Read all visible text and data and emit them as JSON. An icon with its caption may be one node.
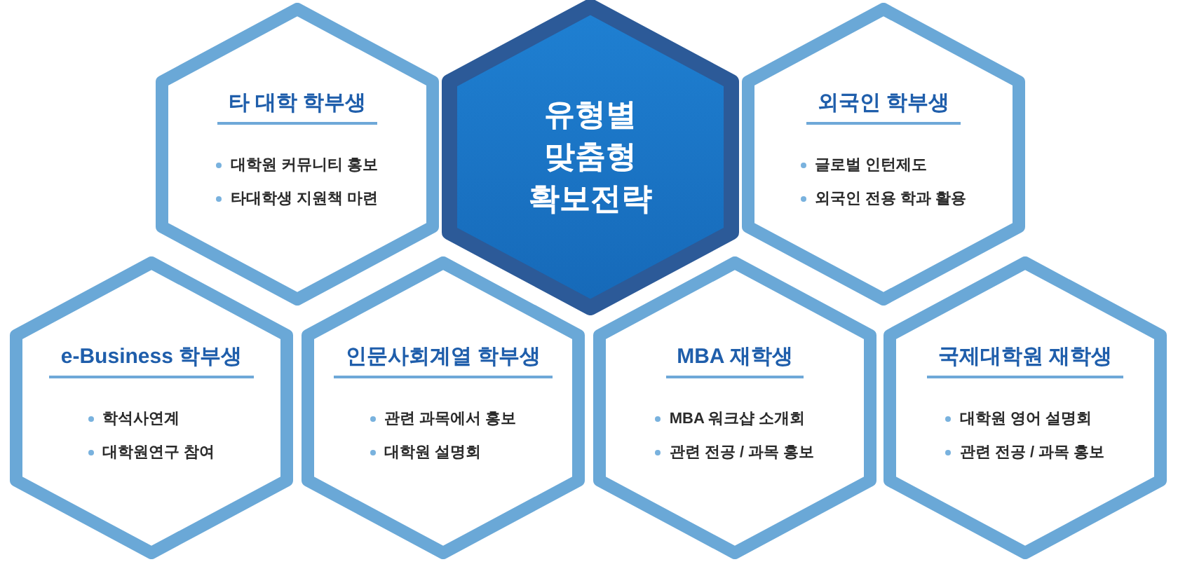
{
  "diagram": {
    "nodes": [
      {
        "text": [
          "타 대학 학부생",
          "대학원 커뮤니티 홍보",
          "타대학생 지원책 마련"
        ]
      },
      {
        "text": [
          "유형별 맞춤형 확보전략"
        ]
      },
      {
        "text": [
          "외국인 학부생",
          "글로벌 인턴제도",
          "외국인 전용 학과 활용"
        ]
      },
      {
        "text": [
          "e-Business 학부생",
          "학석사연계",
          "대학원연구 참여"
        ]
      },
      {
        "text": [
          "인문사회계열 학부생",
          "관련 과목에서 홍보",
          "대학원 설명회"
        ]
      },
      {
        "text": [
          "MBA 재학생",
          "MBA 워크샵 소개회",
          "관련 전공 / 과목 홍보"
        ]
      },
      {
        "text": [
          "국제대학원 재학생",
          "대학원 영어 설명회",
          "관련 전공 / 과목 홍보"
        ]
      }
    ],
    "edges": []
  }
}
